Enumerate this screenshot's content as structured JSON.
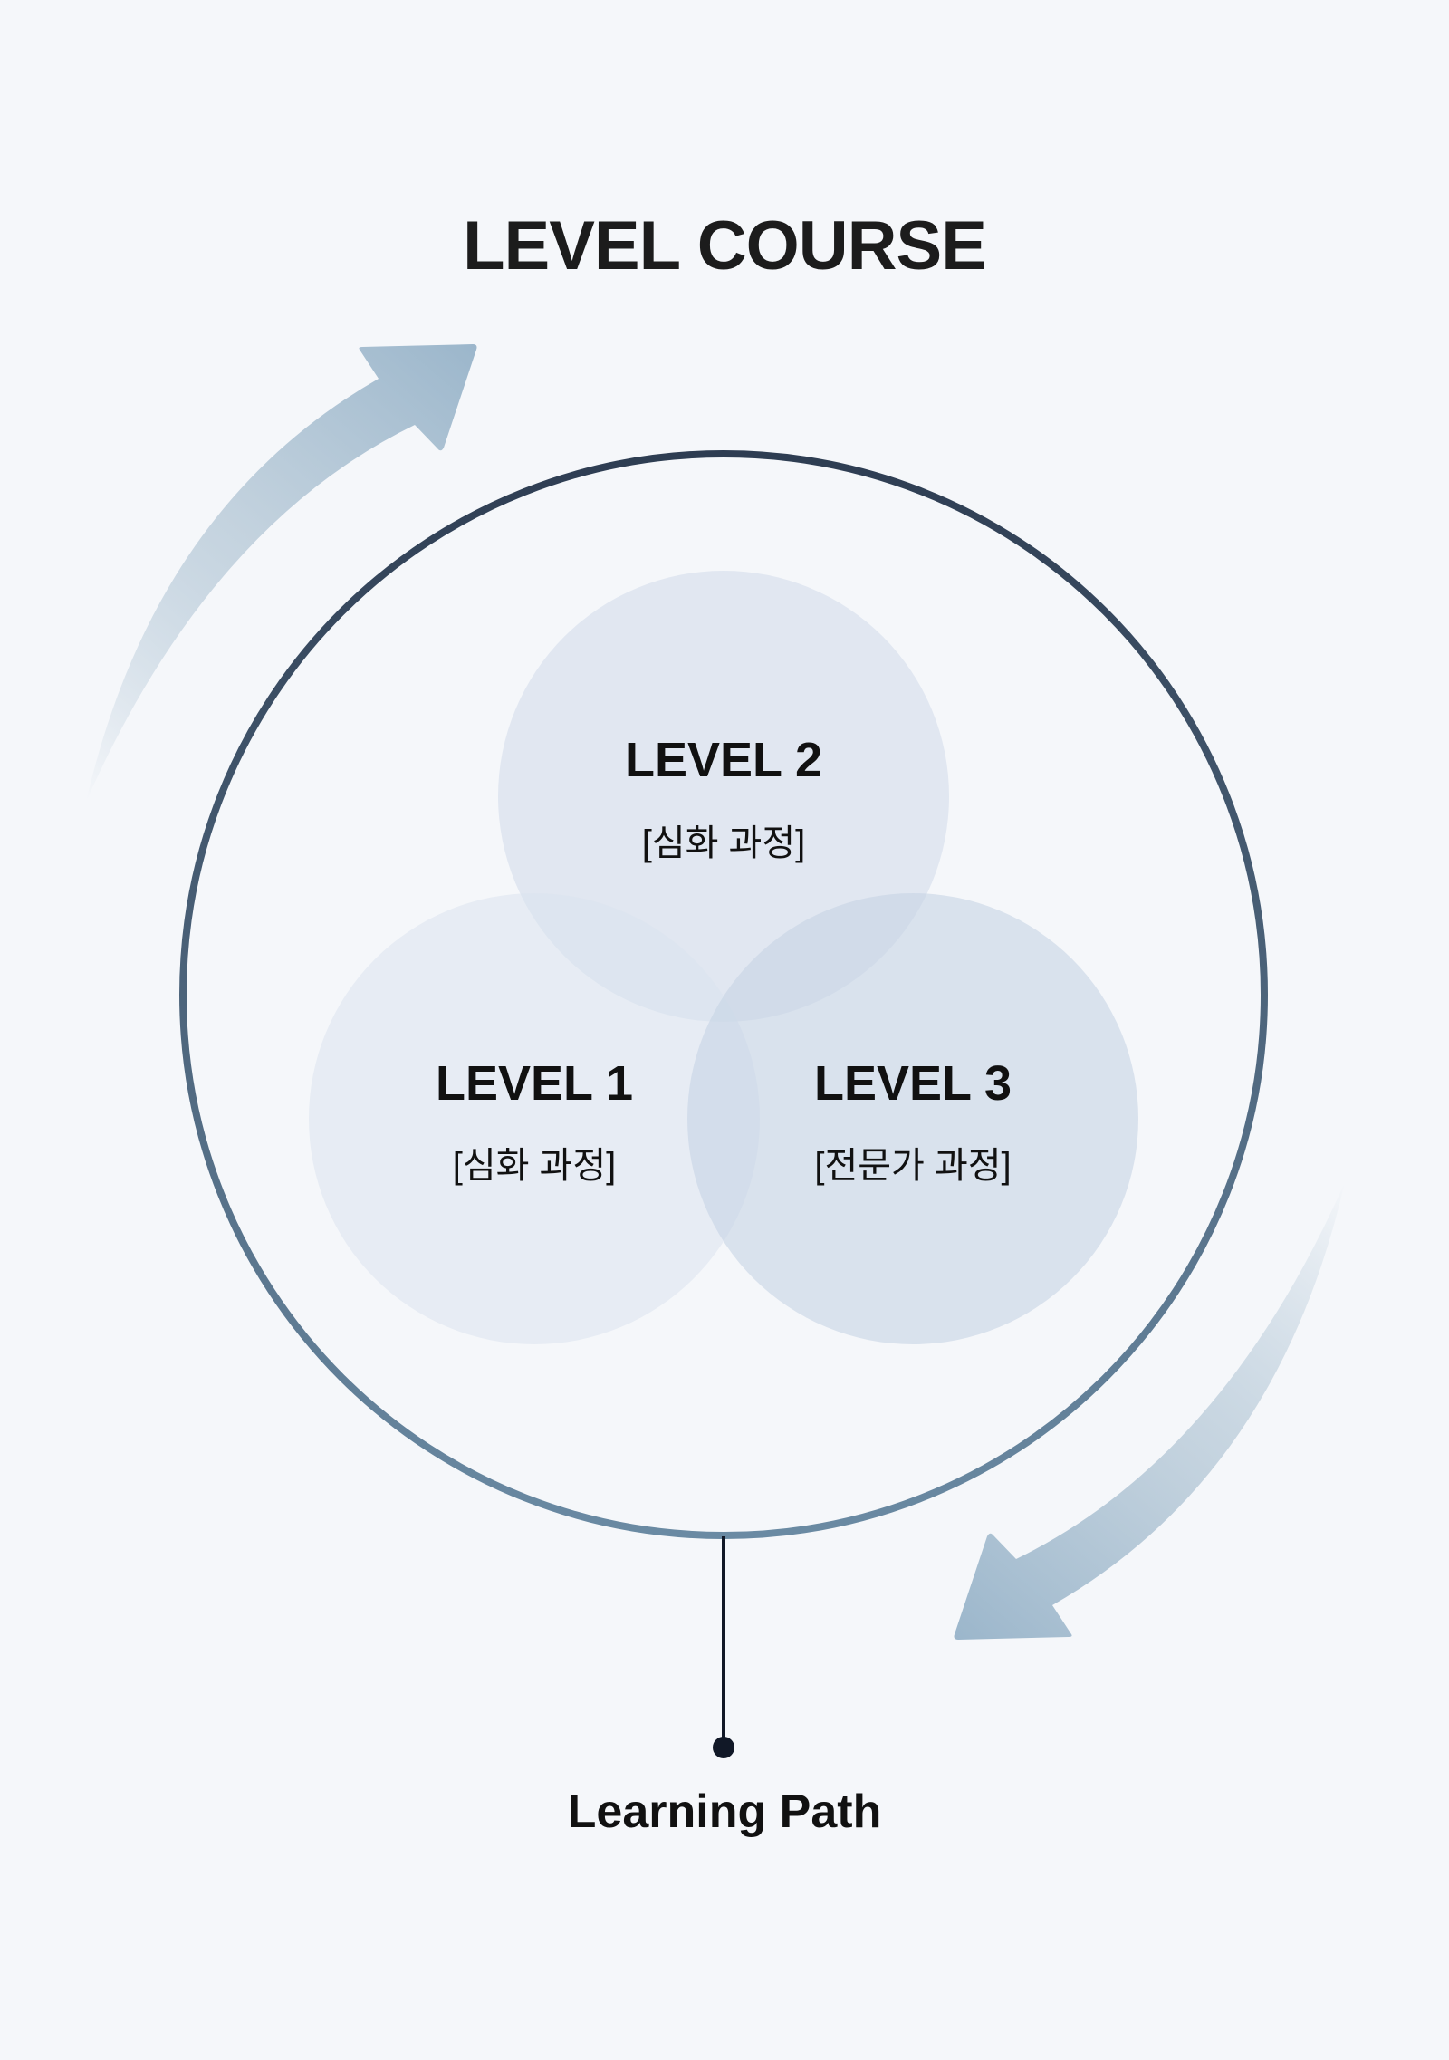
{
  "title": "LEVEL COURSE",
  "levels": [
    {
      "label": "LEVEL 1",
      "subtitle": "[심화 과정]"
    },
    {
      "label": "LEVEL 2",
      "subtitle": "[심화 과정]"
    },
    {
      "label": "LEVEL 3",
      "subtitle": "[전문가 과정]"
    }
  ],
  "footer_label": "Learning Path",
  "colors": {
    "background": "#f5f7fa",
    "ring_top": "#2e3d52",
    "ring_bottom": "#6a8aa3",
    "arrow": "#9bb6cb"
  }
}
